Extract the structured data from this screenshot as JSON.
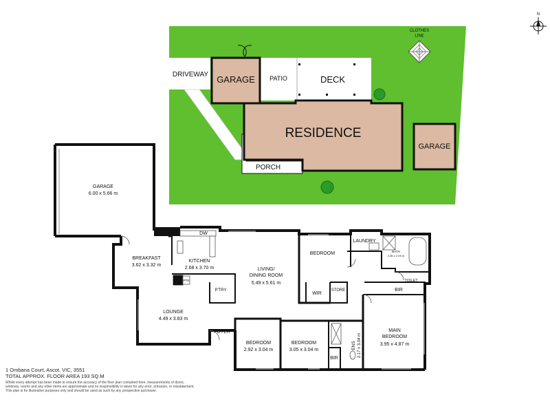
{
  "site": {
    "clothes_line": "CLOTHES\nLINE",
    "driveway": "DRIVEWAY",
    "garage": "GARAGE",
    "patio": "PATIO",
    "deck": "DECK",
    "residence": "RESIDENCE",
    "porch": "PORCH",
    "shed_garage": "GARAGE",
    "north": "N"
  },
  "rooms": {
    "garage": {
      "name": "GARAGE",
      "dims": "6.00 x 5.66 m"
    },
    "breakfast": {
      "name": "BREAKFAST",
      "dims": "3.62 x 3.32 m"
    },
    "kitchen": {
      "name": "KITCHEN",
      "dims": "2.68 x 3.70 m"
    },
    "dw": "DW",
    "ptr": "PTR",
    "pantry": "P'TRY",
    "living": {
      "name": "LIVING/\nDINING ROOM",
      "dims": "5.49 x 5.61 m"
    },
    "bedroom_top": {
      "name": "BEDROOM"
    },
    "wir": "WIR",
    "store": "STORE",
    "laundry": "LAUNDRY",
    "bath": {
      "name": "BATH",
      "dims": "2.86 x 2.09 m"
    },
    "toilet": "TOILET",
    "bir_top": "BIR",
    "lounge": {
      "name": "LOUNGE",
      "dims": "4.49 x 3.83 m"
    },
    "foyer": "FOYER",
    "bedroom_2": {
      "name": "BEDROOM",
      "dims": "2.92 x 3.04 m"
    },
    "bedroom_3": {
      "name": "BEDROOM",
      "dims": "3.05 x 3.04 m"
    },
    "bir_bottom": "BIR",
    "ens": {
      "name": "ENS",
      "dims": "2.17 x 3.04 m"
    },
    "main_bedroom": {
      "name": "MAIN\nBEDROOM",
      "dims": "3.95 x 4.87 m"
    }
  },
  "footer": {
    "address": "1 Ombana Court, Ascot, VIC, 3551",
    "area": "TOTAL APPROX. FLOOR AREA 193 SQ.M",
    "disclaimer": [
      "Whilst every attempt has been made to ensure the accuracy of the floor plan contained here, measurements of doors,",
      "windows, rooms and any other items are approximate and no responsibility is taken for any error, omission, or misstatement.",
      "This plan is for illustrative purposes only and should be used as such by any prospective purchaser."
    ]
  },
  "colors": {
    "lawn": "#5fbf2e",
    "building": "#dbb9a2",
    "wall": "#111111",
    "tree": "#2a9a2a"
  }
}
